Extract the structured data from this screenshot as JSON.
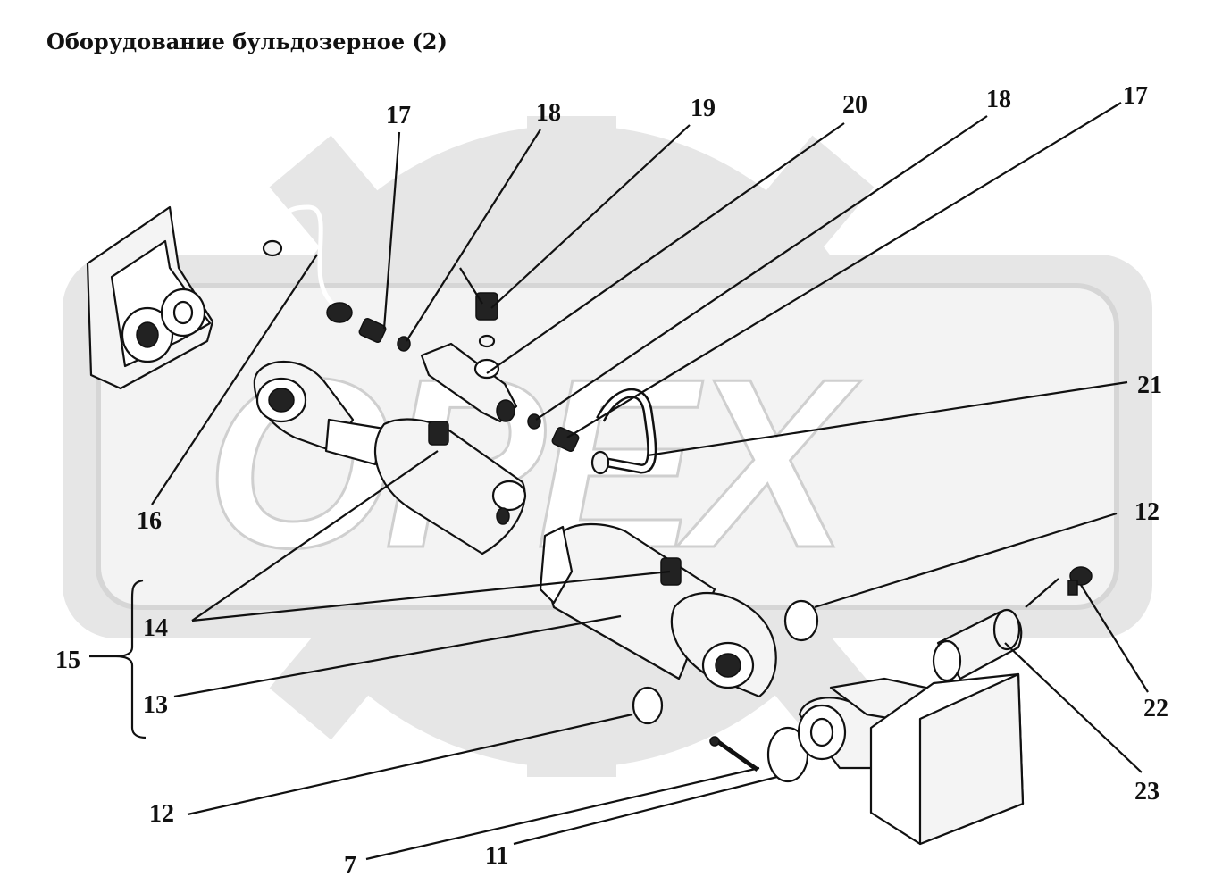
{
  "title": "Оборудование бульдозерное  (2)",
  "watermark": "OPEX",
  "labels": {
    "l17a": "17",
    "l18a": "18",
    "l19": "19",
    "l20": "20",
    "l18b": "18",
    "l17b": "17",
    "l21": "21",
    "l16": "16",
    "l12a": "12",
    "l14": "14",
    "l15": "15",
    "l13": "13",
    "l22": "22",
    "l23": "23",
    "l12b": "12",
    "l7": "7",
    "l11": "11"
  }
}
